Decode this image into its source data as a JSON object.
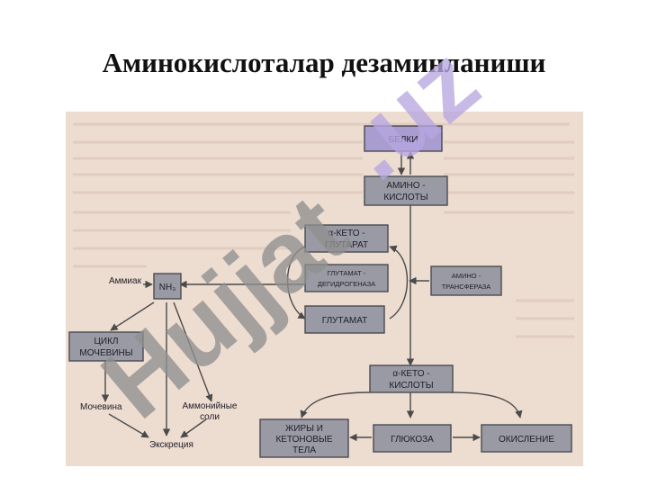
{
  "title": "Аминокислоталар дезаминланиши",
  "colors": {
    "page_background": "#ffffff",
    "scan_background": "#eddcd0",
    "box_fill": "#9a9aa4",
    "box_fill_highlight": "#a99ccf",
    "box_border": "#4a4a52",
    "arrow": "#4a4a4a",
    "watermark_gray": "#8f8f8f",
    "watermark_purple": "#b7a6e0"
  },
  "diagram": {
    "nodes": {
      "belki": "БЕЛКИ",
      "amino_acids": [
        "АМИНО -",
        "КИСЛОТЫ"
      ],
      "keto_glutarate": [
        "α-КЕТО -",
        "ГЛУТАРАТ"
      ],
      "glutamate_dehydrogenase": [
        "ГЛУТАМАТ -",
        "ДЕГИДРОГЕНАЗА"
      ],
      "aminotransferase": [
        "АМИНО -",
        "ТРАНСФЕРАЗА"
      ],
      "glutamate": "ГЛУТАМАТ",
      "nh3": "NH₃",
      "urea_cycle": [
        "ЦИКЛ",
        "МОЧЕВИНЫ"
      ],
      "keto_acids": [
        "α-КЕТО -",
        "КИСЛОТЫ"
      ],
      "fats_ketones": [
        "ЖИРЫ И",
        "КЕТОНОВЫЕ",
        "ТЕЛА"
      ],
      "glucose": "ГЛЮКОЗА",
      "oxidation": "ОКИСЛЕНИЕ"
    },
    "labels": {
      "ammonia": "Аммиак",
      "urea": "Мочевина",
      "ammonium_salts": [
        "Аммонийные",
        "соли"
      ],
      "excretion": "Экскреция"
    }
  },
  "watermark": {
    "gray": "Hujjat",
    "purple": ".uz"
  }
}
